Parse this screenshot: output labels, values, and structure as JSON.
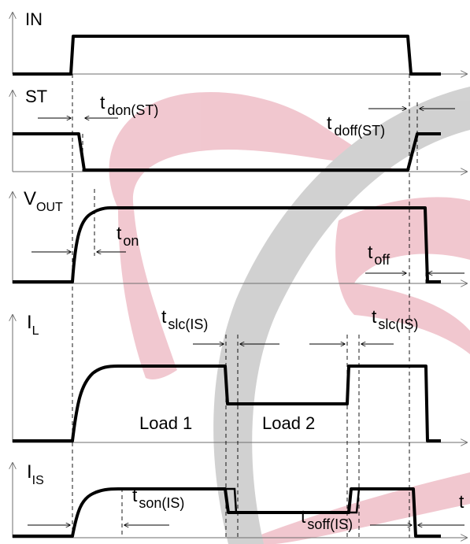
{
  "colors": {
    "signal": "#000000",
    "axis": "#6e6e6e",
    "watermark_red": "#e8a3b0",
    "watermark_gray": "#b4b4b4"
  },
  "diagram": {
    "channels": [
      {
        "label": "IN",
        "sub": ""
      },
      {
        "label": "ST",
        "sub": ""
      },
      {
        "label": "V",
        "sub": "OUT"
      },
      {
        "label": "I",
        "sub": "L"
      },
      {
        "label": "I",
        "sub": "IS"
      }
    ],
    "timings": {
      "t_don": {
        "base": "t",
        "sub": "don(ST)"
      },
      "t_doff": {
        "base": "t",
        "sub": "doff(ST)"
      },
      "t_on": {
        "base": "t",
        "sub": "on"
      },
      "t_off": {
        "base": "t",
        "sub": "off"
      },
      "t_slc_1": {
        "base": "t",
        "sub": "slc(IS)"
      },
      "t_slc_2": {
        "base": "t",
        "sub": "slc(IS)"
      },
      "t_son": {
        "base": "t",
        "sub": "son(IS)"
      },
      "t_soff": {
        "base": "t",
        "sub": "soff(IS)"
      },
      "t_edge": {
        "base": "t",
        "sub": ""
      }
    },
    "loads": {
      "load1": "Load 1",
      "load2": "Load 2"
    }
  }
}
